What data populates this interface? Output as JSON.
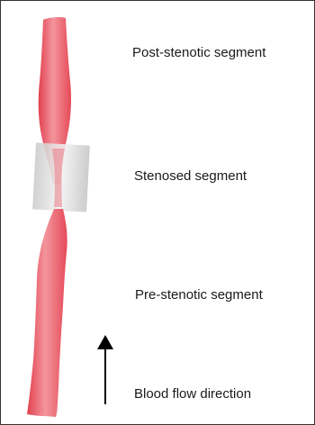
{
  "labels": {
    "post_stenotic": "Post-stenotic segment",
    "stenosed": "Stenosed segment",
    "pre_stenotic": "Pre-stenotic segment",
    "flow_direction": "Blood flow direction"
  },
  "colors": {
    "vessel": "#ec5a66",
    "vessel_highlight": "#f49aa2",
    "stenosis_block": "#d4d4d4",
    "arrow": "#000000",
    "border": "#333333"
  },
  "icons": {
    "flow_arrow": "up-arrow-icon"
  }
}
